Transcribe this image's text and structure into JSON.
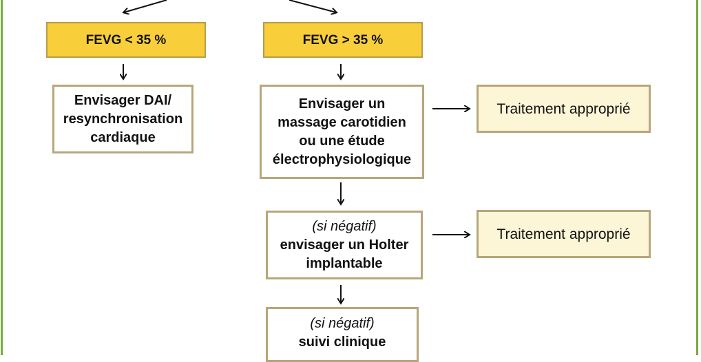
{
  "flowchart": {
    "fevg_low": "FEVG < 35 %",
    "fevg_high": "FEVG > 35 %",
    "dai_box": [
      "Envisager DAI/",
      "resynchronisation",
      "cardiaque"
    ],
    "carotid_box": [
      "Envisager un",
      "massage carotidien",
      "ou une étude",
      "électrophysiologique"
    ],
    "holter_box": {
      "condition": "(si négatif)",
      "lines": [
        "envisager un Holter",
        "implantable"
      ]
    },
    "followup_box": {
      "condition": "(si négatif)",
      "lines": [
        "suivi clinique"
      ]
    },
    "treatment_1": "Traitement approprié",
    "treatment_2": "Traitement approprié"
  },
  "colors": {
    "frame": "#7aa83c",
    "yellow_fill": "#f8cf3b",
    "box_border": "#b7a67a",
    "cream_fill": "#fdf6d6"
  }
}
